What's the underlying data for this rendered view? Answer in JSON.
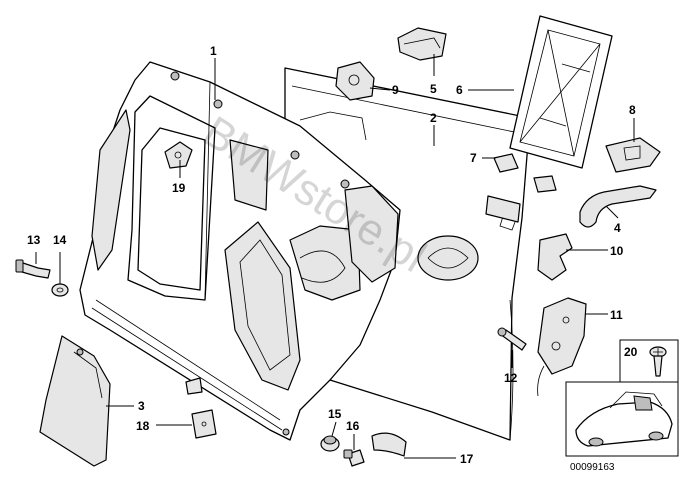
{
  "callouts": [
    {
      "id": "c1",
      "label": "1"
    },
    {
      "id": "c2",
      "label": "2"
    },
    {
      "id": "c3",
      "label": "3"
    },
    {
      "id": "c4",
      "label": "4"
    },
    {
      "id": "c5",
      "label": "5"
    },
    {
      "id": "c6",
      "label": "6"
    },
    {
      "id": "c7",
      "label": "7"
    },
    {
      "id": "c8",
      "label": "8"
    },
    {
      "id": "c9",
      "label": "9"
    },
    {
      "id": "c10",
      "label": "10"
    },
    {
      "id": "c11",
      "label": "11"
    },
    {
      "id": "c12",
      "label": "12"
    },
    {
      "id": "c13",
      "label": "13"
    },
    {
      "id": "c14",
      "label": "14"
    },
    {
      "id": "c15",
      "label": "15"
    },
    {
      "id": "c16",
      "label": "16"
    },
    {
      "id": "c17",
      "label": "17"
    },
    {
      "id": "c18",
      "label": "18"
    },
    {
      "id": "c19",
      "label": "19"
    },
    {
      "id": "c20",
      "label": "20"
    }
  ],
  "watermark": "BMWstore.pl",
  "document_number": "00099163"
}
